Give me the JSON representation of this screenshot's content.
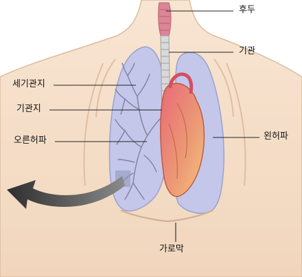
{
  "labels": {
    "larynx": "후두",
    "trachea": "기관",
    "bronchioles": "세기관지",
    "bronchus": "기관지",
    "right_lung": "오른허파",
    "left_lung": "왼허파",
    "diaphragm": "가로막"
  },
  "colors": {
    "skin": "#f6dfc9",
    "skin_outline": "#d7b89a",
    "lung": "#c3c6ea",
    "lung_outline": "#9a9fcf",
    "airway": "#d9d9d9",
    "larynx": "#dc8596",
    "heart": "#e98c79",
    "heart_front": "#f3b377",
    "arrow": "#3a3a3a",
    "leader_line": "#222222"
  }
}
